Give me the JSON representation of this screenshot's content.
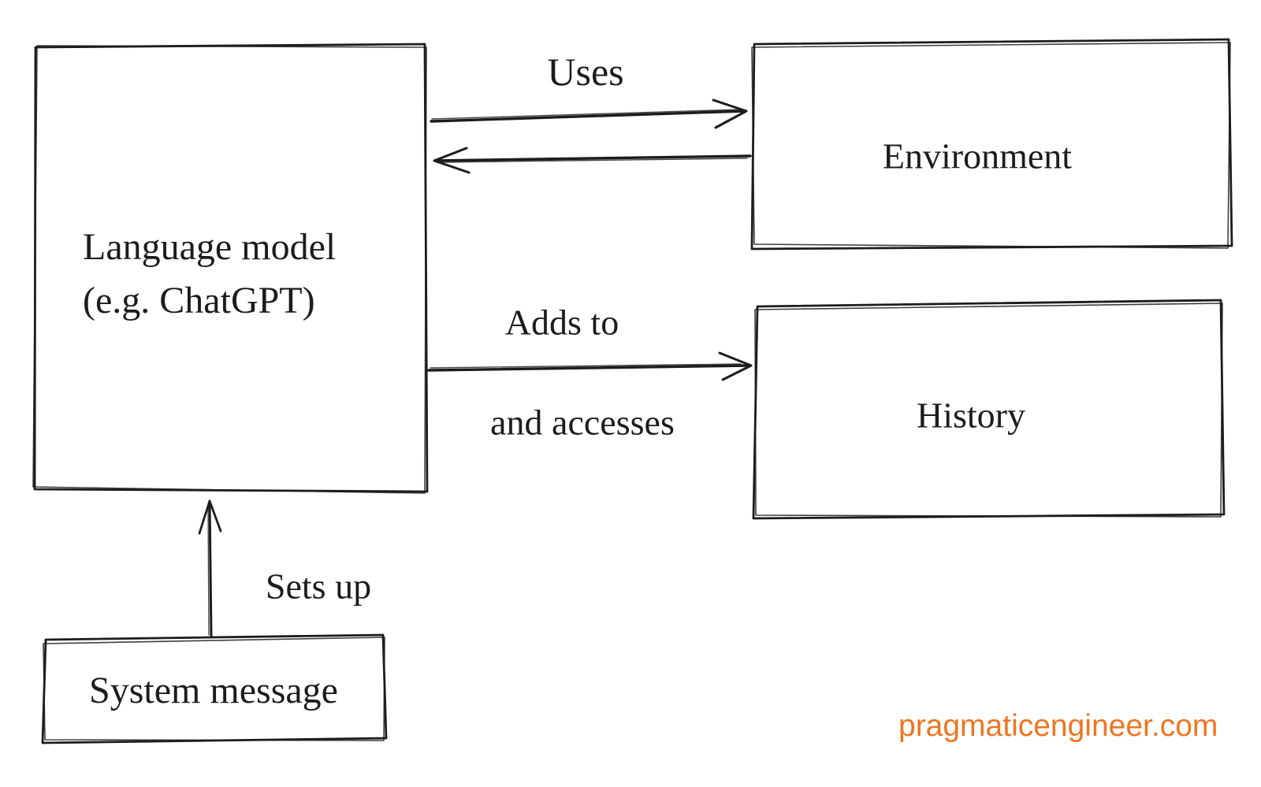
{
  "diagram": {
    "background_color": "#ffffff",
    "stroke_color": "#1c1c1c",
    "accent_color": "#ed7622",
    "nodes": {
      "language_model": {
        "line1": "Language model",
        "line2": "(e.g. ChatGPT)"
      },
      "environment": {
        "label": "Environment"
      },
      "history": {
        "label": "History"
      },
      "system_message": {
        "label": "System message"
      }
    },
    "edges": {
      "uses": {
        "label": "Uses",
        "from": "language_model",
        "to": "environment",
        "style": "two one-way arrows (to and from)"
      },
      "adds": {
        "line1": "Adds to",
        "line2": "and accesses",
        "from": "language_model",
        "to": "history"
      },
      "sets_up": {
        "label": "Sets up",
        "from": "system_message",
        "to": "language_model"
      }
    },
    "watermark": {
      "text": "pragmaticengineer.com",
      "color": "#ed7622"
    }
  }
}
